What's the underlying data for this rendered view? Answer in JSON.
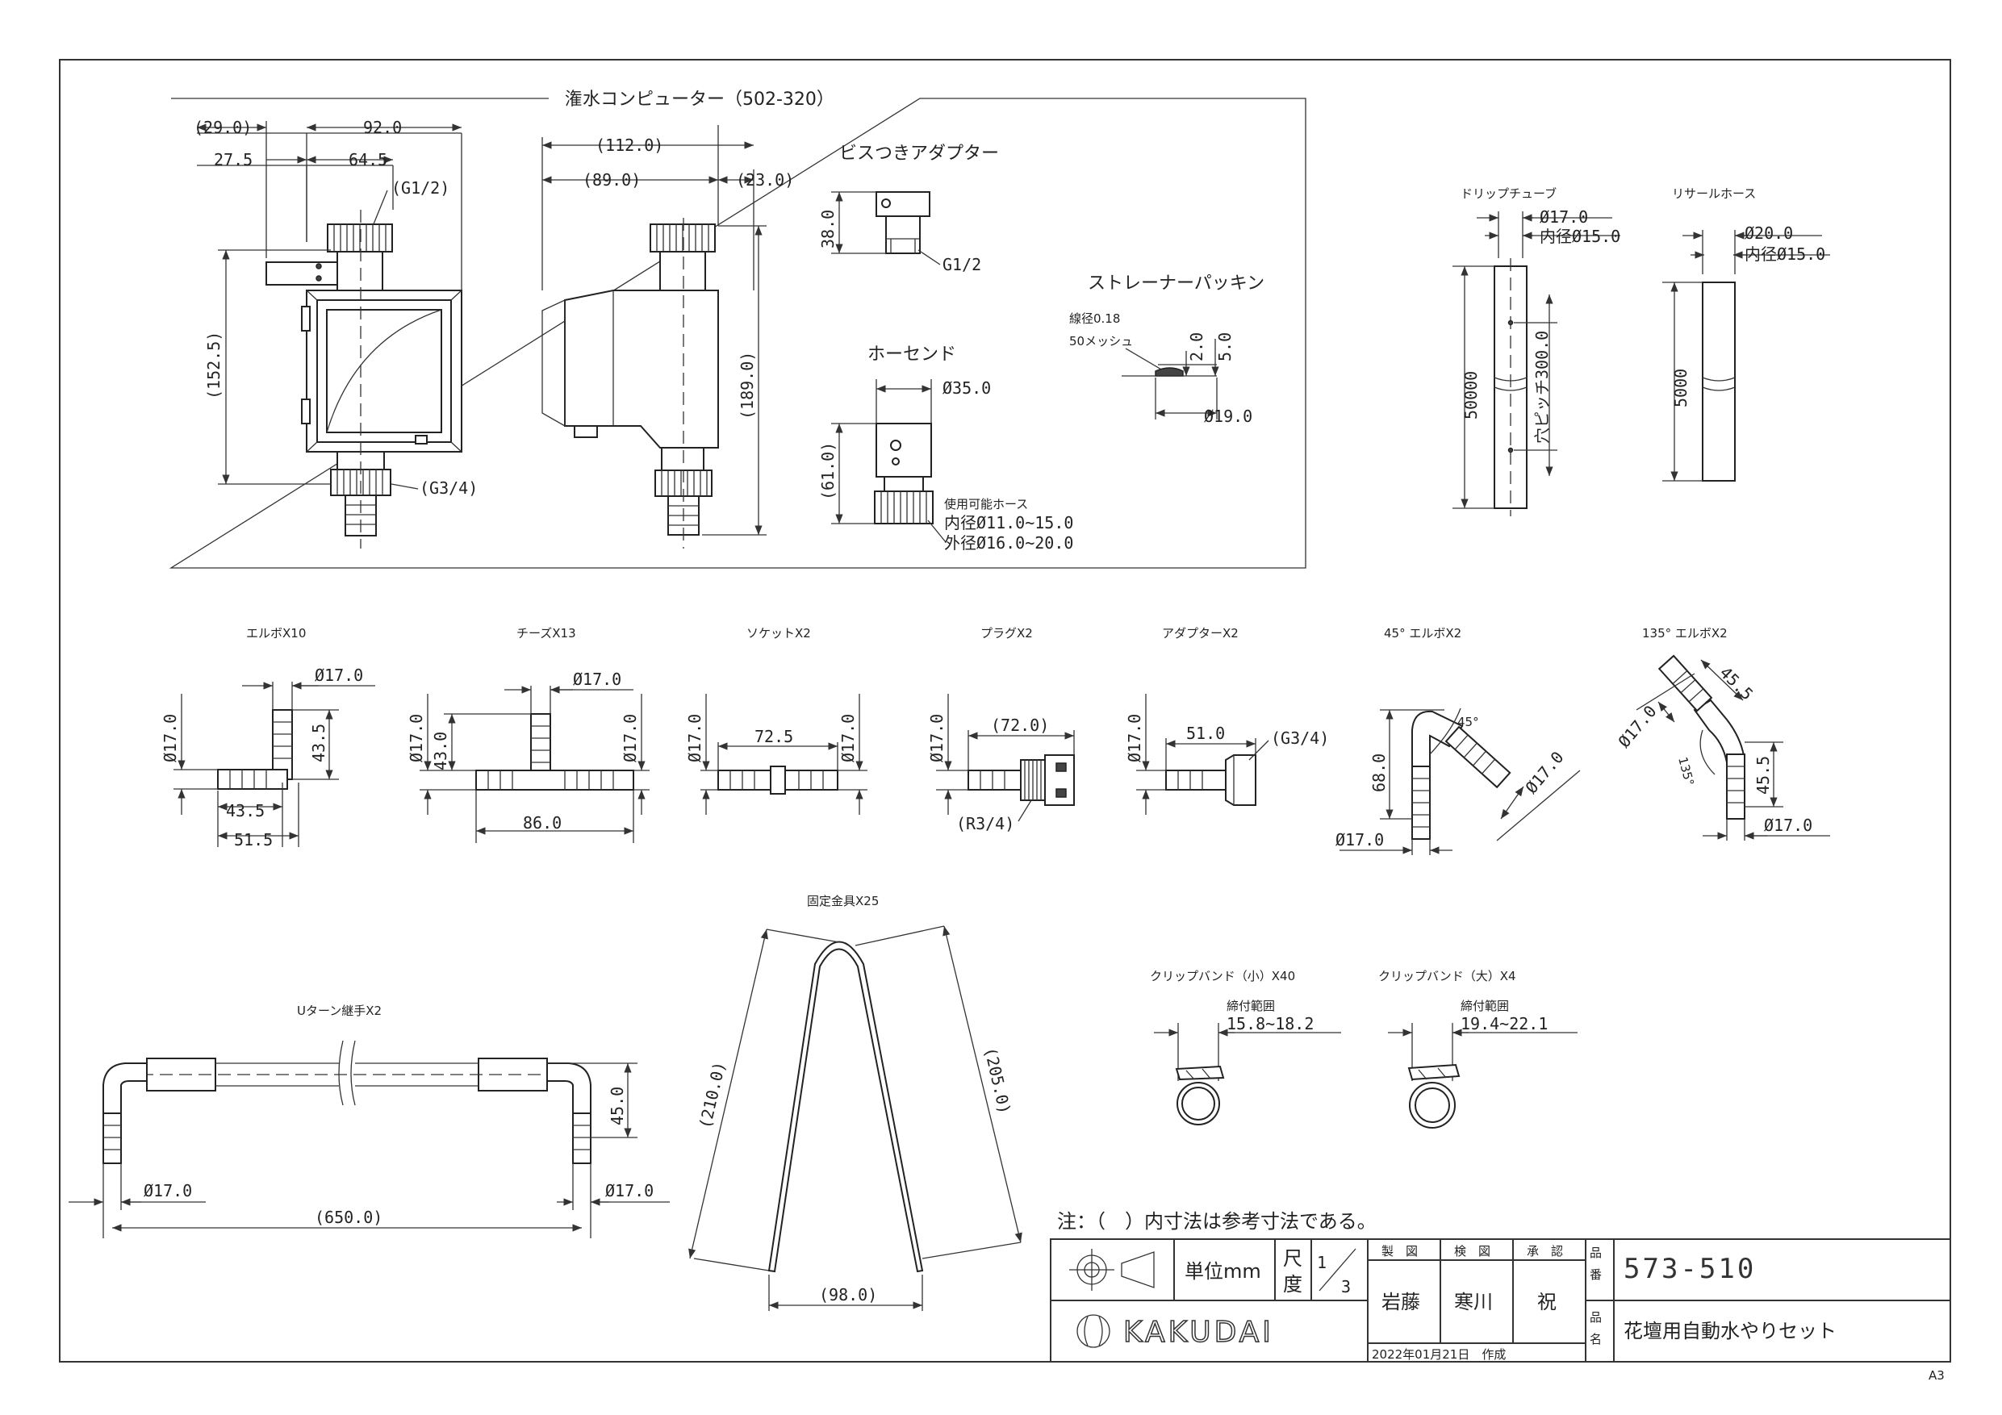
{
  "section_title": "潅水コンピューター（502-320）",
  "computer": {
    "dim_29": "(29.0)",
    "dim_92": "92.0",
    "dim_275": "27.5",
    "dim_645": "64.5",
    "thread_top": "(G1/2)",
    "dim_1525": "(152.5)",
    "thread_bottom": "(G3/4)",
    "side_112": "(112.0)",
    "side_89": "(89.0)",
    "side_23": "(23.0)",
    "side_189": "(189.0)"
  },
  "adapter": {
    "title": "ビスつきアダプター",
    "dim_38": "38.0",
    "thread": "G1/2"
  },
  "hose_end": {
    "title": "ホーセンド",
    "dim_35": "Ø35.0",
    "dim_61": "(61.0)",
    "note1": "使用可能ホース",
    "note2": "内径Ø11.0~15.0",
    "note3": "外径Ø16.0~20.0"
  },
  "strainer": {
    "title": "ストレーナーパッキン",
    "wire": "線径0.18",
    "mesh": "50メッシュ",
    "dim_2": "2.0",
    "dim_5": "5.0",
    "dim_19": "Ø19.0"
  },
  "drip_tube": {
    "title": "ドリップチューブ",
    "od": "Ø17.0",
    "id": "内径Ø15.0",
    "length": "50000",
    "pitch": "穴ピッチ300.0"
  },
  "recycle_hose": {
    "title": "リサールホース",
    "od": "Ø20.0",
    "id": "内径Ø15.0",
    "length": "5000"
  },
  "elbow": {
    "title": "エルボX10",
    "d_top": "Ø17.0",
    "d_left": "Ø17.0",
    "h": "43.5",
    "w": "43.5",
    "w2": "51.5"
  },
  "tee": {
    "title": "チーズX13",
    "d_top": "Ø17.0",
    "d_left": "Ø17.0",
    "d_right": "Ø17.0",
    "h": "43.0",
    "w": "86.0"
  },
  "socket": {
    "title": "ソケットX2",
    "d_left": "Ø17.0",
    "d_right": "Ø17.0",
    "w": "72.5"
  },
  "plug": {
    "title": "プラグX2",
    "d_left": "Ø17.0",
    "w": "(72.0)",
    "thread": "(R3/4)"
  },
  "adapter2": {
    "title": "アダプターX2",
    "d_left": "Ø17.0",
    "w": "51.0",
    "thread": "(G3/4)"
  },
  "elbow45": {
    "title": "45° エルボX2",
    "h": "68.0",
    "d_diag": "Ø17.0",
    "d_bottom": "Ø17.0",
    "angle": "45°"
  },
  "elbow135": {
    "title": "135° エルボX2",
    "d_diag": "Ø17.0",
    "d1": "45.5",
    "d2": "45.5",
    "angle": "135°",
    "d_bottom": "Ø17.0"
  },
  "fixing": {
    "title": "固定金具X25",
    "l1": "(210.0)",
    "l2": "(205.0)",
    "w": "(98.0)"
  },
  "uturn": {
    "title": "Uターン継手X2",
    "h": "45.0",
    "d_left": "Ø17.0",
    "d_right": "Ø17.0",
    "w": "(650.0)"
  },
  "clip_small": {
    "title": "クリップバンド（小）X40",
    "range_label": "締付範囲",
    "range": "15.8~18.2"
  },
  "clip_large": {
    "title": "クリップバンド（大）X4",
    "range_label": "締付範囲",
    "range": "19.4~22.1"
  },
  "note": "注：（　）内寸法は参考寸法である。",
  "title_block": {
    "unit": "単位mm",
    "scale_label_1": "尺",
    "scale_label_2": "度",
    "scale_n": "1",
    "scale_d": "3",
    "made": "製　図",
    "checked": "検　図",
    "approved": "承　認",
    "made_by": "岩藤",
    "checked_by": "寒川",
    "approved_by": "祝",
    "date": "2022年01月21日　作成",
    "pn_label_1": "品",
    "pn_label_2": "番",
    "part_no": "573-510",
    "name_label_1": "品",
    "name_label_2": "名",
    "name": "花壇用自動水やりセット",
    "company": "KAKUDAI"
  },
  "sheet": "A3"
}
